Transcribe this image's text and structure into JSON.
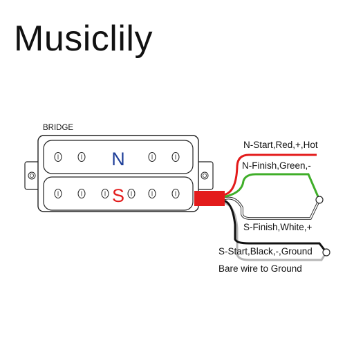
{
  "brand": "Musiclily",
  "pickup": {
    "position_label": "BRIDGE",
    "north_letter": "N",
    "south_letter": "S"
  },
  "wires": [
    {
      "label": "N-Start,Red,+,Hot",
      "color": "#e31b1b"
    },
    {
      "label": "N-Finish,Green,-",
      "color": "#3fae29"
    },
    {
      "label": "S-Finish,White,+",
      "color": "#ffffff"
    },
    {
      "label": "S-Start,Black,-,Ground",
      "color": "#111111"
    },
    {
      "label": "Bare wire to Ground",
      "color": "#b5b5b5"
    }
  ],
  "colors": {
    "north": "#1f3f99",
    "south": "#e31b1b",
    "cable_sheath": "#e31b1b"
  }
}
